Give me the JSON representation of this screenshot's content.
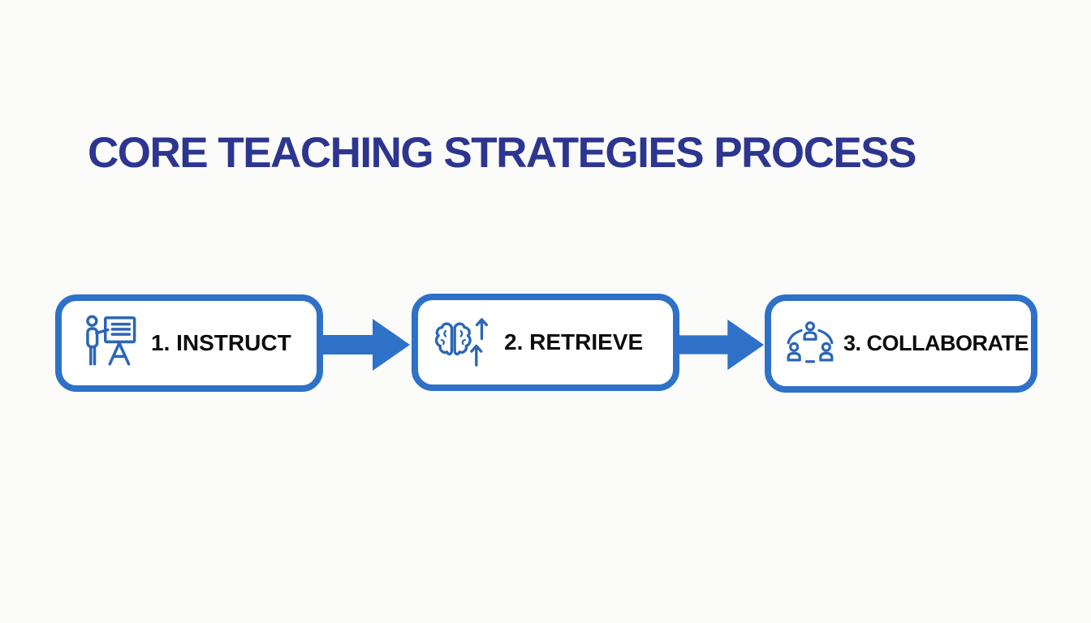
{
  "title": "CORE TEACHING STRATEGIES PROCESS",
  "colors": {
    "background": "#FBFBF9",
    "title": "#2C3590",
    "box_border": "#2E71C8",
    "box_fill": "#FFFFFF",
    "arrow": "#2E71C8",
    "icon": "#2B66B5",
    "label": "#0D0D0D"
  },
  "steps": [
    {
      "label": "1. INSTRUCT",
      "icon": "presenter-whiteboard-icon"
    },
    {
      "label": "2. RETRIEVE",
      "icon": "brain-retrieval-icon"
    },
    {
      "label": "3. COLLABORATE",
      "icon": "team-collaboration-icon"
    }
  ],
  "connectors": [
    {
      "name": "flow-arrow-1",
      "direction": "right"
    },
    {
      "name": "flow-arrow-2",
      "direction": "right"
    }
  ]
}
